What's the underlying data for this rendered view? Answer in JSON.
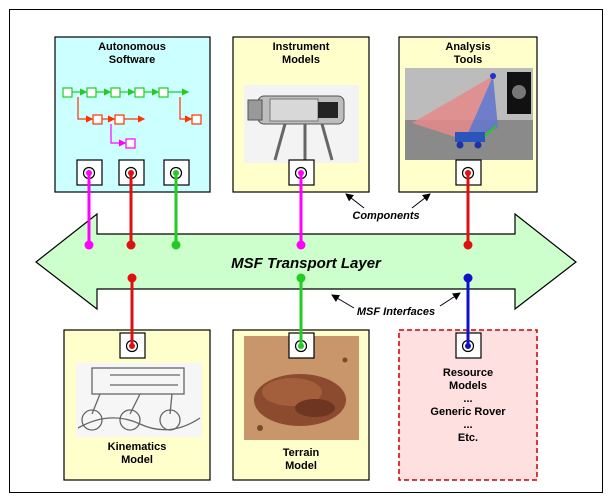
{
  "colors": {
    "autonomous_fill": "#ccffff",
    "component_fill": "#ffffcc",
    "resource_fill": "#ffe0e0",
    "resource_border": "#cc0000",
    "transport_fill": "#ccffcc",
    "magenta": "#ff00ff",
    "red": "#dd1111",
    "green": "#22cc22",
    "blue": "#1111cc",
    "orange_red": "#ff3300"
  },
  "components": {
    "autonomous": {
      "title_1": "Autonomous",
      "title_2": "Software"
    },
    "instrument": {
      "title_1": "Instrument",
      "title_2": "Models"
    },
    "analysis": {
      "title_1": "Analysis",
      "title_2": "Tools"
    },
    "kinematics": {
      "title_1": "Kinematics",
      "title_2": "Model"
    },
    "terrain": {
      "title_1": "Terrain",
      "title_2": "Model"
    },
    "resource": {
      "line_1": "Resource",
      "line_2": "Models",
      "line_3": "...",
      "line_4": "Generic Rover",
      "line_5": "...",
      "line_6": "Etc."
    }
  },
  "transport": {
    "label": "MSF Transport Layer"
  },
  "annotations": {
    "components": "Components",
    "interfaces": "MSF Interfaces"
  }
}
